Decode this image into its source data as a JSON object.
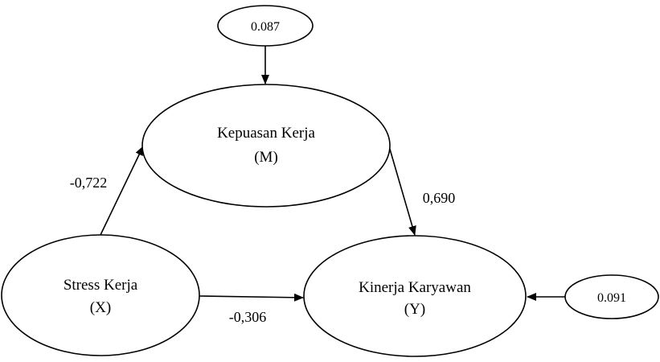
{
  "nodes": {
    "mediator": {
      "name": "Kepuasan Kerja",
      "symbol": "(M)"
    },
    "independent": {
      "name": "Stress Kerja",
      "symbol": "(X)"
    },
    "dependent": {
      "name": "Kinerja Karyawan",
      "symbol": "(Y)"
    }
  },
  "error_terms": {
    "mediator": "0.087",
    "dependent": "0.091"
  },
  "paths": {
    "x_to_m": "-0,722",
    "m_to_y": "0,690",
    "x_to_y": "-0,306"
  },
  "colors": {
    "stroke": "#000000",
    "background": "#ffffff"
  }
}
